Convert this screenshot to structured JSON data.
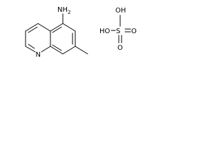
{
  "amine": {
    "nh2": "NH",
    "nh2_sub": "2",
    "ring_n": "N"
  },
  "sulfuric_acid": {
    "oh_left": "HO",
    "sulfur": "S",
    "oh_top": "OH",
    "o_right": "O",
    "o_bottom": "O"
  },
  "colors": {
    "bond": "#000000",
    "text": "#000000",
    "background": "#ffffff"
  }
}
